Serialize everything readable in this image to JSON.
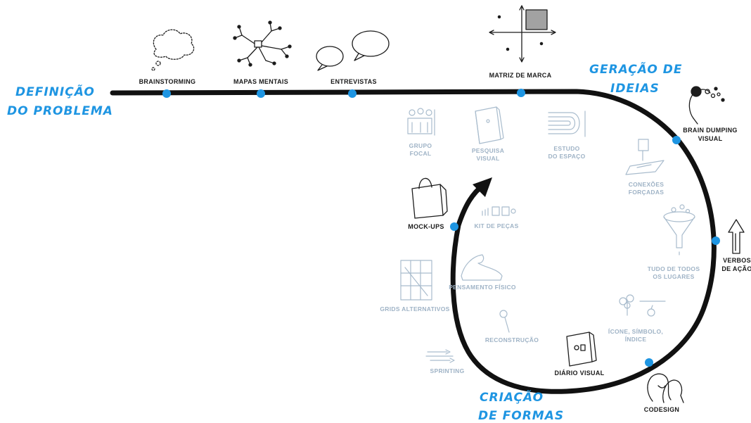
{
  "phases": {
    "definicao_line1": "DEFINIÇÃO",
    "definicao_line2": "DO PROBLEMA",
    "geracao_line1": "GERAÇÃO DE",
    "geracao_line2": "IDEIAS",
    "criacao_line1": "CRIAÇÃO",
    "criacao_line2": "DE FORMAS"
  },
  "techniques": {
    "brainstorming": "BRAINSTORMING",
    "mapas_mentais": "MAPAS MENTAIS",
    "entrevistas": "ENTREVISTAS",
    "matriz_de_marca": "MATRIZ DE MARCA",
    "brain_dumping_1": "BRAIN DUMPING",
    "brain_dumping_2": "VISUAL",
    "verbos_1": "VERBOS",
    "verbos_2": "DE AÇÃO",
    "codesign": "CODESIGN",
    "mock_ups": "MOCK-UPS",
    "grupo_focal_1": "GRUPO",
    "grupo_focal_2": "FOCAL",
    "pesquisa_visual_1": "PESQUISA",
    "pesquisa_visual_2": "VISUAL",
    "estudo_espaco_1": "ESTUDO",
    "estudo_espaco_2": "DO ESPAÇO",
    "conexoes_1": "CONEXÕES",
    "conexoes_2": "FORÇADAS",
    "tudo_1": "TUDO DE TODOS",
    "tudo_2": "OS LUGARES",
    "kit_de_pecas": "KIT DE PEÇAS",
    "pensamento_fisico": "PENSAMENTO FÍSICO",
    "grids_alternativos": "GRIDS ALTERNATIVOS",
    "reconstrucao": "RECONSTRUÇÃO",
    "icone_1": "ÍCONE, SÍMBOLO,",
    "icone_2": "ÍNDICE",
    "sprinting": "SPRINTING",
    "diario_visual": "DIÁRIO VISUAL"
  },
  "colors": {
    "accent": "#1e95e2",
    "line": "#111111",
    "faded": "#a9bccd"
  }
}
